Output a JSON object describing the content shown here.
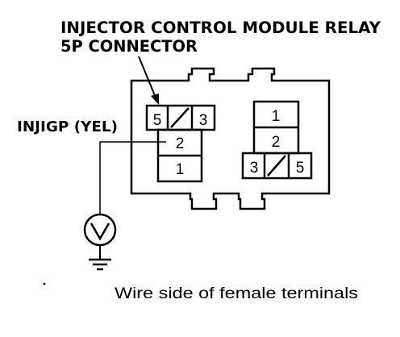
{
  "title": {
    "line1": "INJECTOR CONTROL MODULE RELAY",
    "line2": "5P CONNECTOR"
  },
  "wire_label": "INJIGP (YEL)",
  "caption": "Wire side of female terminals",
  "left_block": {
    "top_row": [
      "5",
      "3"
    ],
    "rows": [
      "2",
      "1"
    ]
  },
  "right_block": {
    "rows": [
      "1",
      "2"
    ],
    "bottom_row": [
      "3",
      "5"
    ]
  },
  "meter_symbol": "voltmeter-icon"
}
